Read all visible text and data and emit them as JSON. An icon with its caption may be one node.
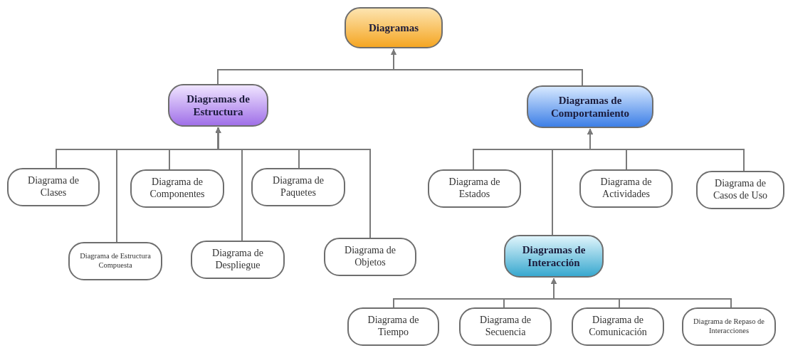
{
  "diagram": {
    "nodes": [
      {
        "text": [
          "Diagramas"
        ]
      },
      {
        "text": [
          "Diagramas de Estructura"
        ]
      },
      {
        "text": [
          "Diagramas de Comportamiento"
        ]
      },
      {
        "text": [
          "Diagrama de Clases"
        ]
      },
      {
        "text": [
          "Diagrama de Componentes"
        ]
      },
      {
        "text": [
          "Diagrama de Paquetes"
        ]
      },
      {
        "text": [
          "Diagrama de Estructura Compuesta"
        ]
      },
      {
        "text": [
          "Diagrama de Despliegue"
        ]
      },
      {
        "text": [
          "Diagrama de Objetos"
        ]
      },
      {
        "text": [
          "Diagrama de Estados"
        ]
      },
      {
        "text": [
          "Diagrama de Actividades"
        ]
      },
      {
        "text": [
          "Diagrama de Casos de Uso"
        ]
      },
      {
        "text": [
          "Diagramas de Interacción"
        ]
      },
      {
        "text": [
          "Diagrama de Tiempo"
        ]
      },
      {
        "text": [
          "Diagrama de Secuencia"
        ]
      },
      {
        "text": [
          "Diagrama de Comunicación"
        ]
      },
      {
        "text": [
          "Diagrama de Repaso de Interacciones"
        ]
      }
    ],
    "edges": [
      {
        "from": 1,
        "to": 0,
        "arrow": "to"
      },
      {
        "from": 2,
        "to": 0,
        "arrow": "to"
      },
      {
        "from": 3,
        "to": 1,
        "arrow": "to"
      },
      {
        "from": 6,
        "to": 1,
        "arrow": "to"
      },
      {
        "from": 4,
        "to": 1,
        "arrow": "to"
      },
      {
        "from": 7,
        "to": 1,
        "arrow": "to"
      },
      {
        "from": 5,
        "to": 1,
        "arrow": "to"
      },
      {
        "from": 8,
        "to": 1,
        "arrow": "to"
      },
      {
        "from": 9,
        "to": 2,
        "arrow": "to"
      },
      {
        "from": 12,
        "to": 2,
        "arrow": "to"
      },
      {
        "from": 10,
        "to": 2,
        "arrow": "to"
      },
      {
        "from": 11,
        "to": 2,
        "arrow": "to"
      },
      {
        "from": 13,
        "to": 12,
        "arrow": "to"
      },
      {
        "from": 14,
        "to": 12,
        "arrow": "to"
      },
      {
        "from": 15,
        "to": 12,
        "arrow": "to"
      },
      {
        "from": 16,
        "to": 12,
        "arrow": "to"
      }
    ]
  }
}
